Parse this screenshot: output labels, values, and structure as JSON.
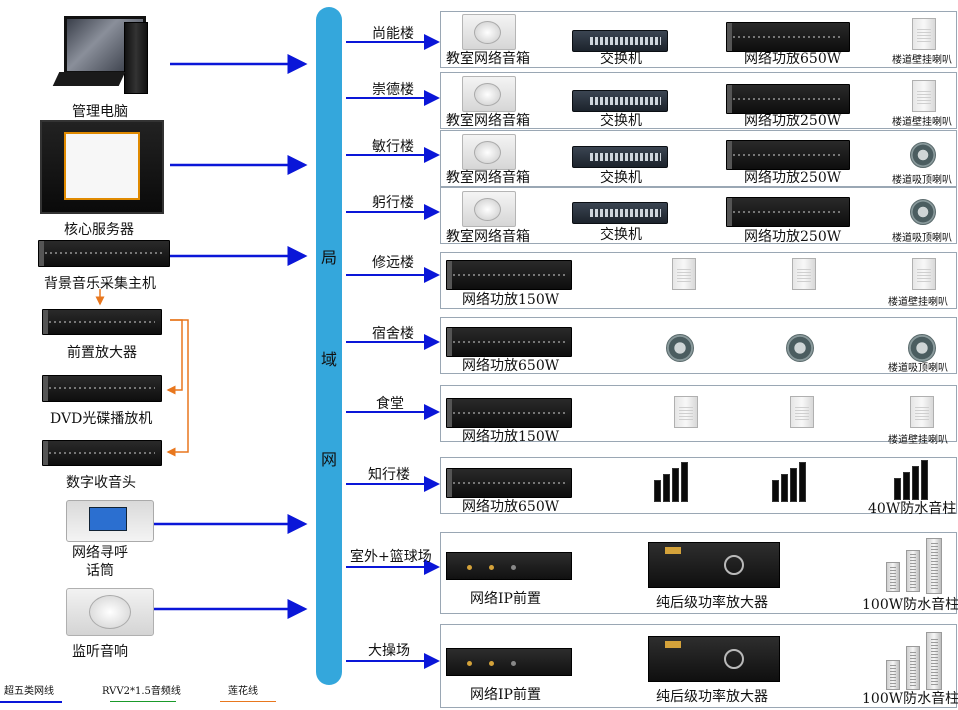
{
  "backbone": {
    "chars": [
      "局",
      "域",
      "网"
    ]
  },
  "left_devices": [
    {
      "key": "pc",
      "label": "管理电脑"
    },
    {
      "key": "server",
      "label": "核心服务器"
    },
    {
      "key": "bgm",
      "label": "背景音乐采集主机"
    },
    {
      "key": "preamp",
      "label": "前置放大器"
    },
    {
      "key": "dvd",
      "label": "DVD光碟播放机"
    },
    {
      "key": "tuner",
      "label": "数字收音头"
    },
    {
      "key": "mic",
      "label": "网络寻呼\n话筒"
    },
    {
      "key": "monitor",
      "label": "监听音响"
    }
  ],
  "legend": [
    {
      "label": "超五类网线",
      "color": "#0a16d8"
    },
    {
      "label": "RVV2*1.5音频线",
      "color": "#1a9a2a"
    },
    {
      "label": "莲花线",
      "color": "#e8771e"
    }
  ],
  "buildings": [
    {
      "name": "尚能楼",
      "items": [
        "教室网络音箱",
        "交换机",
        "网络功放650W",
        "楼道壁挂喇叭"
      ]
    },
    {
      "name": "崇德楼",
      "items": [
        "教室网络音箱",
        "交换机",
        "网络功放250W",
        "楼道壁挂喇叭"
      ]
    },
    {
      "name": "敏行楼",
      "items": [
        "教室网络音箱",
        "交换机",
        "网络功放250W",
        "楼道吸顶喇叭"
      ]
    },
    {
      "name": "躬行楼",
      "items": [
        "教室网络音箱",
        "交换机",
        "网络功放250W",
        "楼道吸顶喇叭"
      ]
    },
    {
      "name": "修远楼",
      "items": [
        "网络功放150W",
        "楼道壁挂喇叭"
      ]
    },
    {
      "name": "宿舍楼",
      "items": [
        "网络功放650W",
        "楼道吸顶喇叭"
      ]
    },
    {
      "name": "食堂",
      "items": [
        "网络功放150W",
        "楼道壁挂喇叭"
      ]
    },
    {
      "name": "知行楼",
      "items": [
        "网络功放650W",
        "40W防水音柱"
      ]
    },
    {
      "name": "室外+篮球场",
      "items": [
        "网络IP前置",
        "纯后级功率放大器",
        "100W防水音柱"
      ]
    },
    {
      "name": "大操场",
      "items": [
        "网络IP前置",
        "纯后级功率放大器",
        "100W防水音柱"
      ]
    }
  ],
  "colors": {
    "lan": "#0a16d8",
    "audio": "#1a9a2a",
    "rca": "#e8771e",
    "backbone": "#34a7dc"
  }
}
